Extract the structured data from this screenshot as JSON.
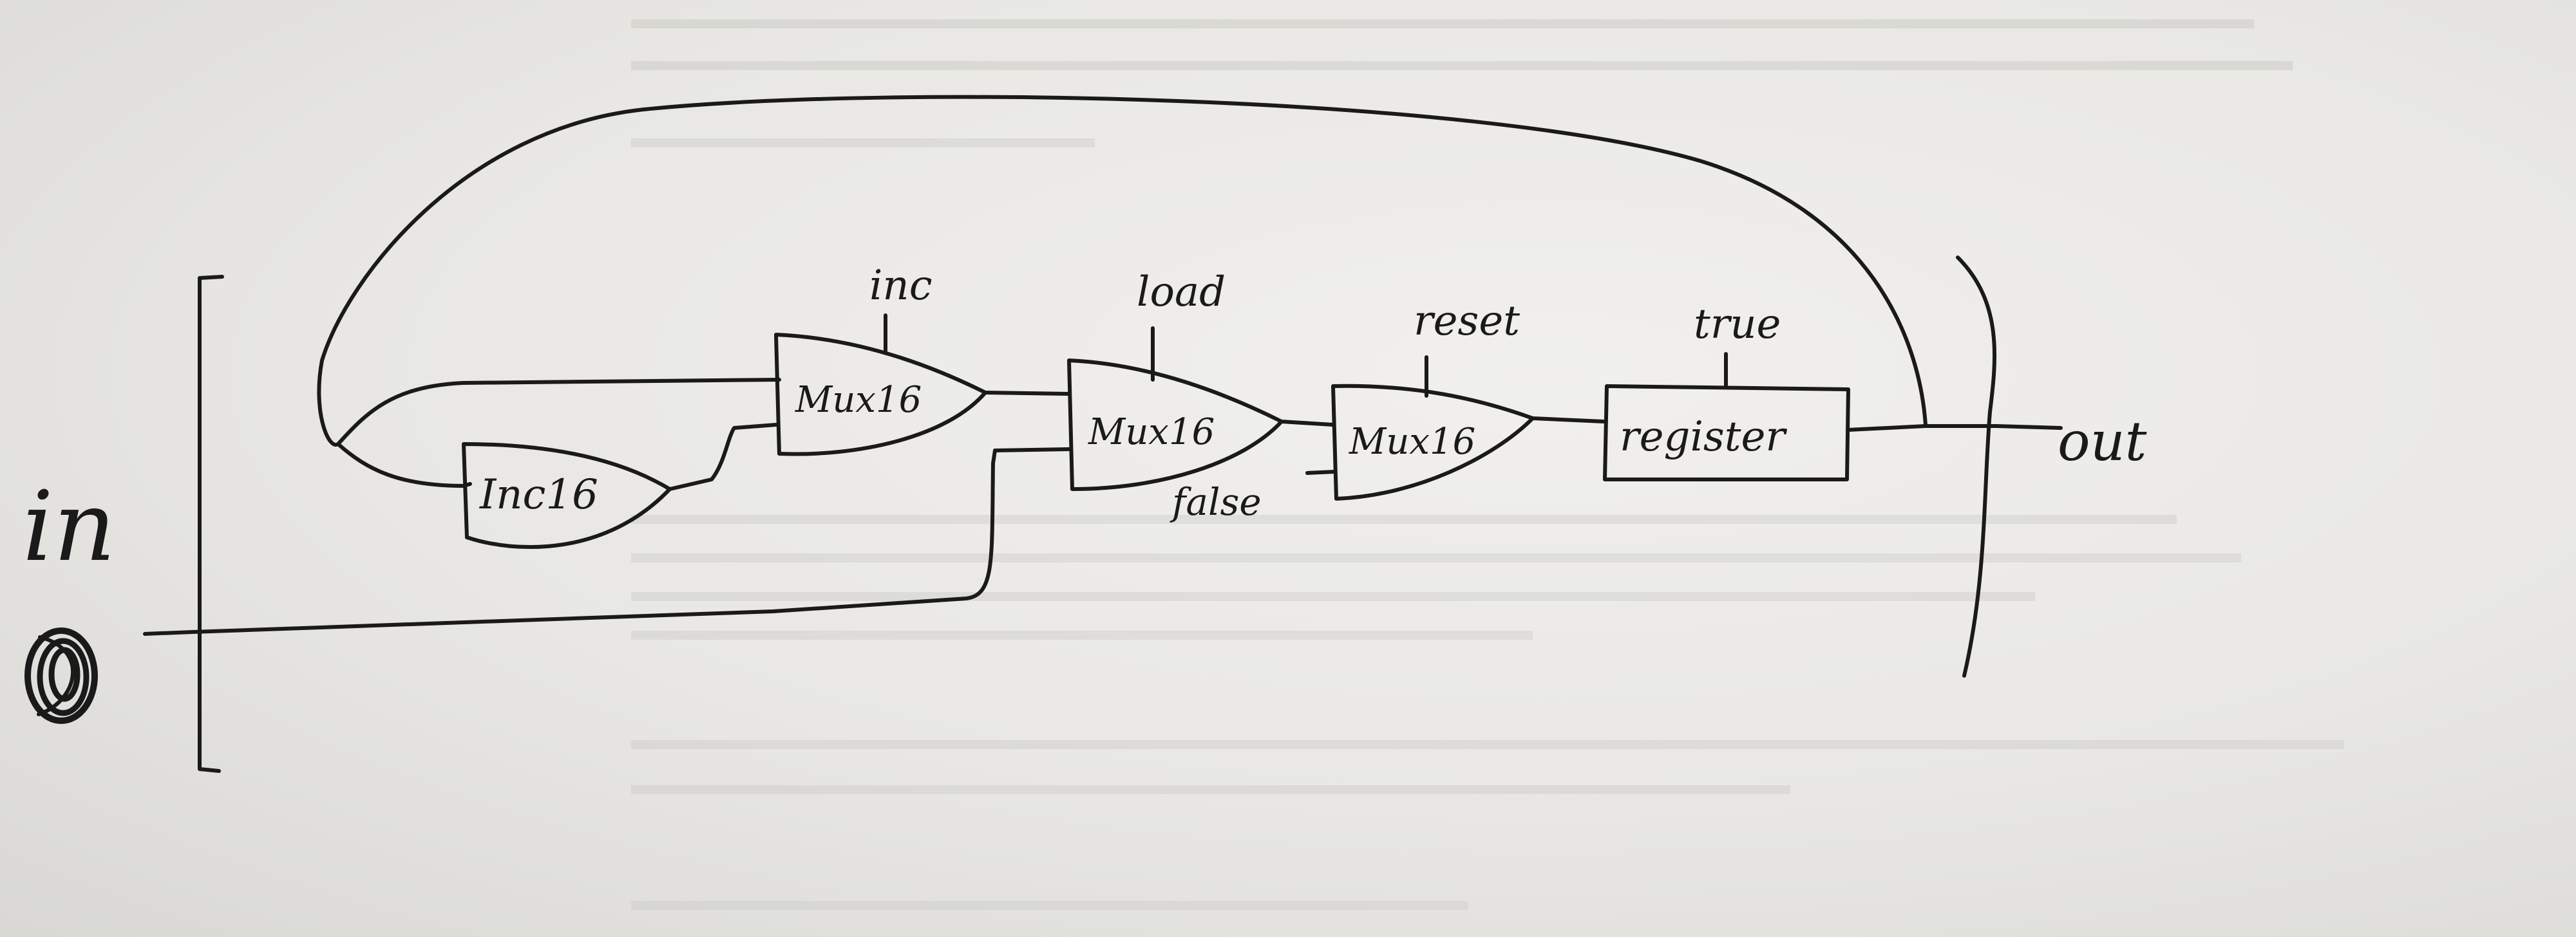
{
  "diagram": {
    "input_label": "in",
    "output_label": "out",
    "components": {
      "inc16": "Inc16",
      "mux_inc": "Mux16",
      "mux_load": "Mux16",
      "mux_reset": "Mux16",
      "register": "register"
    },
    "control_labels": {
      "inc": "inc",
      "load": "load",
      "reset": "reset",
      "true": "true",
      "false": "false"
    }
  },
  "colors": {
    "ink": "#1a1a1a",
    "paper": "#eceae6"
  }
}
